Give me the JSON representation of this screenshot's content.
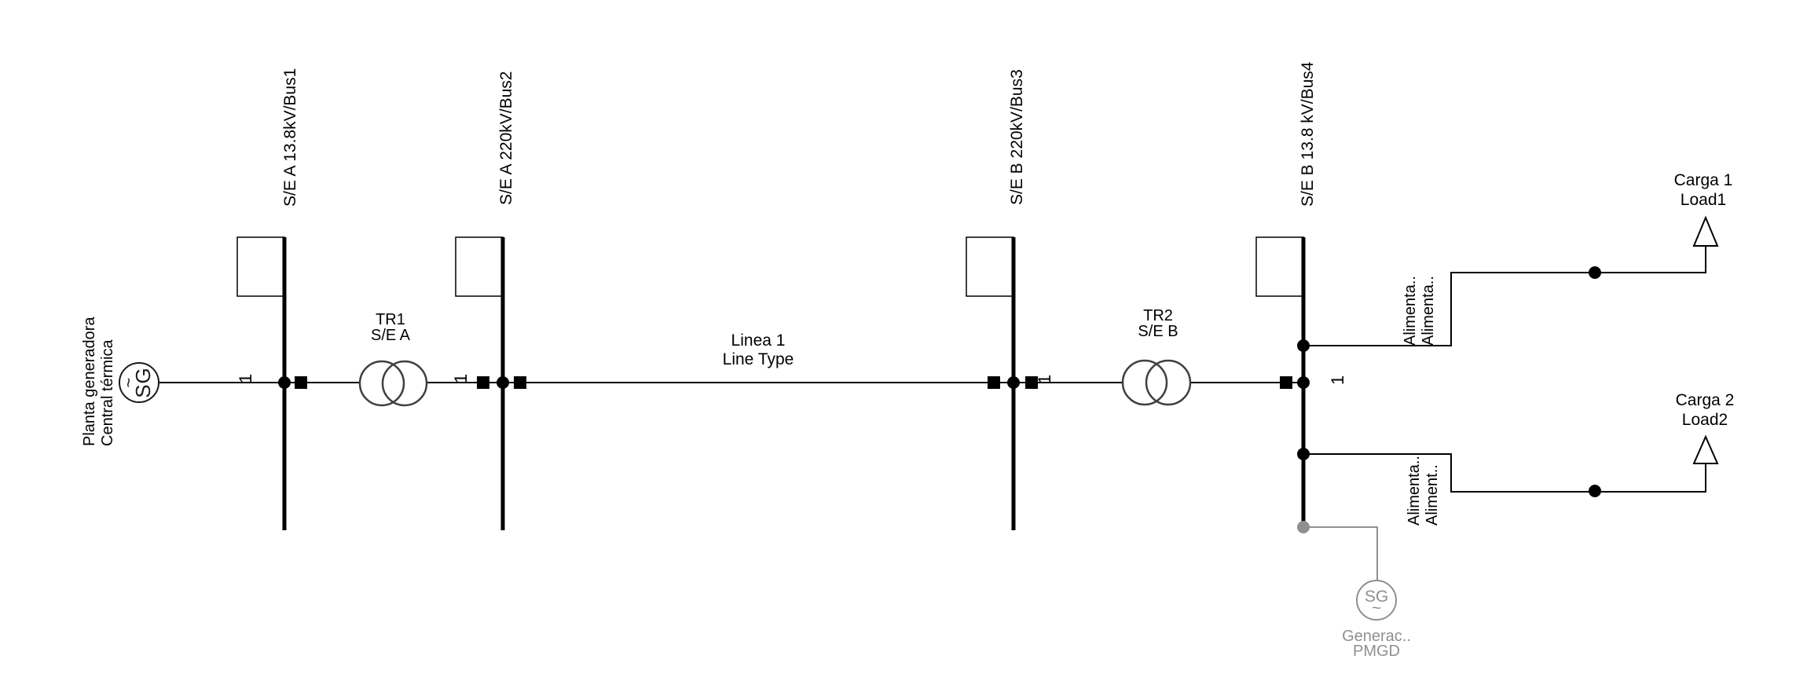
{
  "colors": {
    "background": "#ffffff",
    "black": "#000000",
    "device_outline": "#3f3f3f",
    "out_of_service_gray": "#909090"
  },
  "generator": {
    "name_line1": "Planta generadora",
    "name_line2": "Central térmica",
    "symbol": "SG",
    "tilde": "~"
  },
  "buses": [
    {
      "label": "S/E A 13.8kV/Bus1",
      "cubicle": "1"
    },
    {
      "label": "S/E A 220kV/Bus2",
      "cubicle": "1"
    },
    {
      "label": "S/E B 220kV/Bus3",
      "cubicle": "1"
    },
    {
      "label": "S/E B 13.8 kV/Bus4",
      "cubicle": "1"
    }
  ],
  "transformers": [
    {
      "name": "TR1",
      "substation": "S/E A"
    },
    {
      "name": "TR2",
      "substation": "S/E B"
    }
  ],
  "line": {
    "name": "Linea 1",
    "type": "Line Type"
  },
  "feeders": [
    {
      "label_line1": "Alimenta..",
      "label_line2": "Alimenta.."
    },
    {
      "label_line1": "Alimenta..",
      "label_line2": "Aliment.."
    }
  ],
  "loads": [
    {
      "name": "Carga 1",
      "code": "Load1"
    },
    {
      "name": "Carga 2",
      "code": "Load2"
    }
  ],
  "pmgd": {
    "name_line1": "Generac..",
    "name_line2": "PMGD",
    "symbol": "SG",
    "tilde": "~"
  }
}
